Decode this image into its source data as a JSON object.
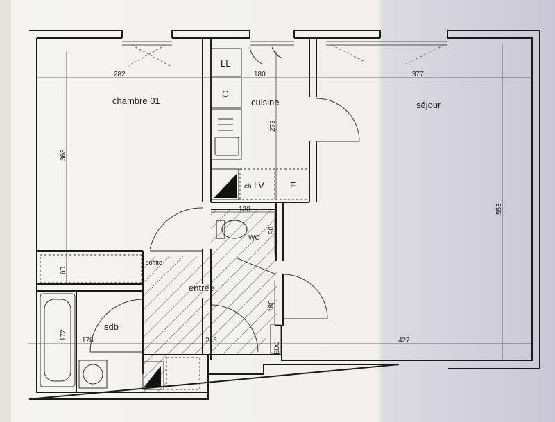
{
  "rooms": {
    "chambre": "chambre 01",
    "cuisine": "cuisine",
    "sejour": "séjour",
    "entree": "entrée",
    "sdb": "sdb",
    "wc": "WC",
    "ll": "LL",
    "c": "C",
    "ch": "ch",
    "lv": "LV",
    "f": "F",
    "soffite": "soffite",
    "edc": "EDC"
  },
  "dimensions": {
    "chambre_width": "282",
    "chambre_height": "368",
    "cuisine_width": "180",
    "cuisine_height": "273",
    "sejour_width_top": "377",
    "sejour_height": "553",
    "sejour_width_bottom": "427",
    "wc_width": "130",
    "wc_height": "90",
    "soffite_height": "60",
    "sdb_height": "172",
    "sdb_width": "178",
    "entree_width": "245",
    "entree_height": "180"
  },
  "colors": {
    "wall": "#1a1a1a",
    "paper": "#f4f3ef",
    "shade": "#d6d5de"
  }
}
